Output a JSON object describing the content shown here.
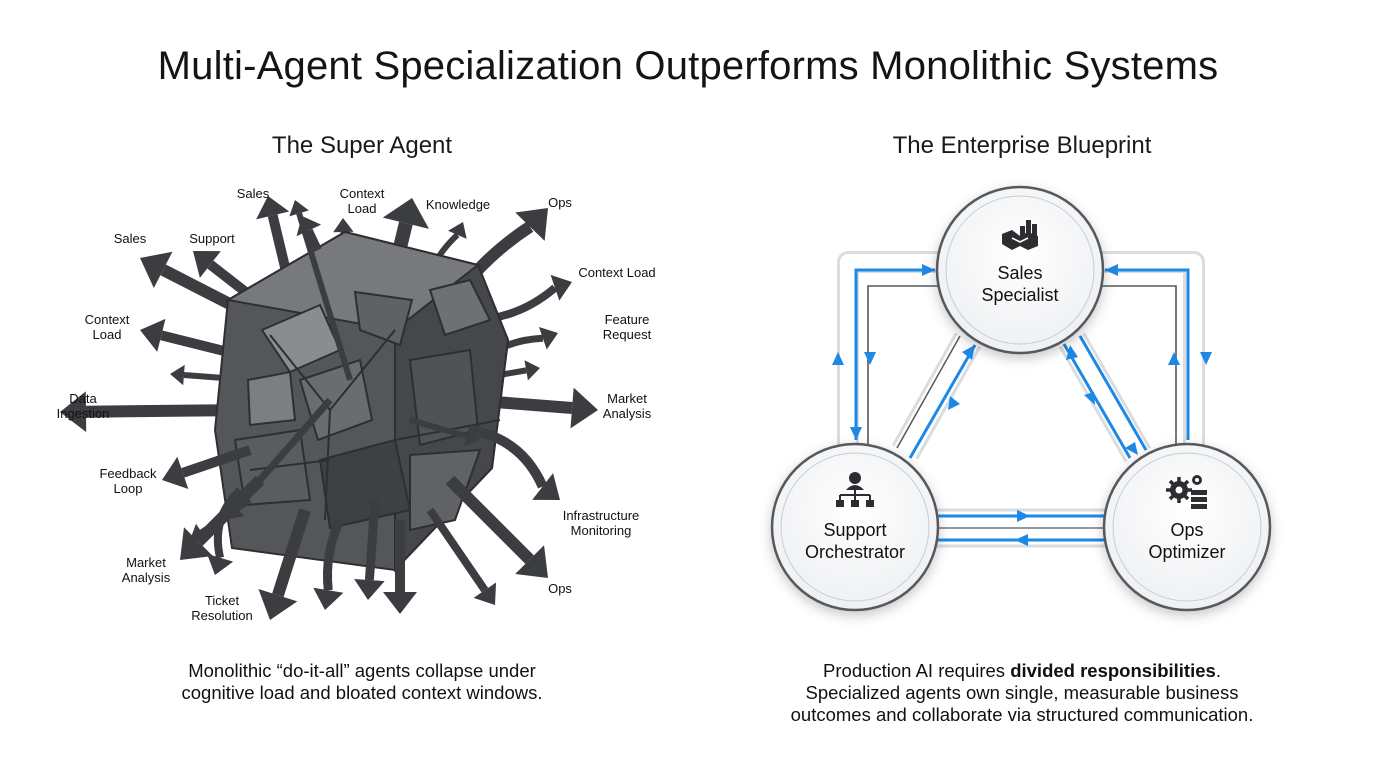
{
  "title": "Multi-Agent Specialization Outperforms Monolithic Systems",
  "left": {
    "subtitle": "The Super Agent",
    "labels": [
      {
        "lines": [
          "Sales"
        ]
      },
      {
        "lines": [
          "Context",
          "Load"
        ]
      },
      {
        "lines": [
          "Knowledge"
        ]
      },
      {
        "lines": [
          "Ops"
        ]
      },
      {
        "lines": [
          "Sales"
        ]
      },
      {
        "lines": [
          "Support"
        ]
      },
      {
        "lines": [
          "Context Load"
        ]
      },
      {
        "lines": [
          "Context",
          "Load"
        ]
      },
      {
        "lines": [
          "Feature",
          "Request"
        ]
      },
      {
        "lines": [
          "Data",
          "Ingestion"
        ]
      },
      {
        "lines": [
          "Market",
          "Analysis"
        ]
      },
      {
        "lines": [
          "Feedback",
          "Loop"
        ]
      },
      {
        "lines": [
          "Infrastructure",
          "Monitoring"
        ]
      },
      {
        "lines": [
          "Market",
          "Analysis"
        ]
      },
      {
        "lines": [
          "Ops"
        ]
      },
      {
        "lines": [
          "Ticket",
          "Resolution"
        ]
      }
    ],
    "caption_line1": "Monolithic “do-it-all” agents collapse under",
    "caption_line2": "cognitive load and bloated context windows."
  },
  "right": {
    "subtitle": "The Enterprise Blueprint",
    "nodes": {
      "sales": {
        "line1": "Sales",
        "line2": "Specialist",
        "icon": "handshake-chart-icon"
      },
      "support": {
        "line1": "Support",
        "line2": "Orchestrator",
        "icon": "org-chart-person-icon"
      },
      "ops": {
        "line1": "Ops",
        "line2": "Optimizer",
        "icon": "gears-server-icon"
      }
    },
    "caption_pre": "Production AI requires ",
    "caption_bold": "divided responsibilities",
    "caption_post": ".",
    "caption_line2": "Specialized agents own single, measurable business",
    "caption_line3": "outcomes and collaborate via structured communication."
  },
  "colors": {
    "arrow_dark": "#3b3d41",
    "cube_mid": "#6b6d71",
    "flow_blue": "#1e88e5",
    "node_border": "#55585d"
  }
}
